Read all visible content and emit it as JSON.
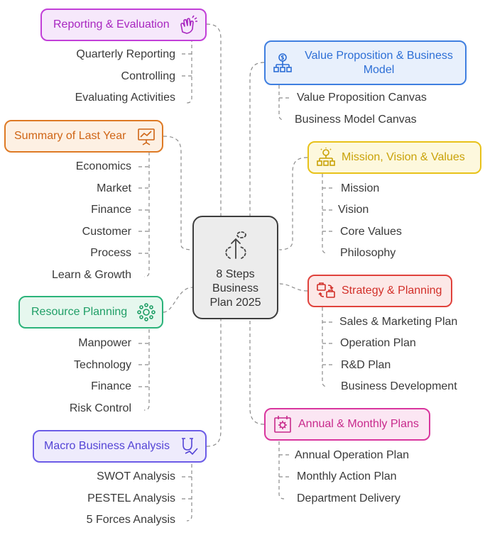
{
  "center": {
    "title": "8 Steps Business Plan 2025",
    "icon": "path-step-icon"
  },
  "branches": {
    "reporting": {
      "title": "Reporting & Evaluation",
      "color": "#c23fd8",
      "fill": "#f6e8fb",
      "icon": "clapping-hands-icon",
      "items": [
        "Quarterly Reporting",
        "Controlling",
        "Evaluating Activities"
      ]
    },
    "summary": {
      "title": "Summary of Last Year",
      "color": "#de7a25",
      "fill": "#fdf0e3",
      "icon": "chart-presentation-icon",
      "items": [
        "Economics",
        "Market",
        "Finance",
        "Customer",
        "Process",
        "Learn & Growth"
      ]
    },
    "resource": {
      "title": "Resource Planning",
      "color": "#2bb37a",
      "fill": "#e6f7ee",
      "icon": "network-nodes-icon",
      "items": [
        "Manpower",
        "Technology",
        "Finance",
        "Risk Control"
      ]
    },
    "macro": {
      "title": "Macro Business Analysis",
      "color": "#6c5ce7",
      "fill": "#eeebfc",
      "icon": "magnet-analysis-icon",
      "items": [
        "SWOT Analysis",
        "PESTEL Analysis",
        "5 Forces Analysis"
      ]
    },
    "value": {
      "title": "Value Proposition & Business Model",
      "color": "#3f7fe0",
      "fill": "#e8f0fc",
      "icon": "dollar-org-chart-icon",
      "items": [
        "Value Proposition Canvas",
        "Business Model Canvas"
      ]
    },
    "mission": {
      "title": "Mission, Vision & Values",
      "color": "#e8c21a",
      "fill": "#fdf8dd",
      "icon": "idea-hierarchy-icon",
      "items": [
        "Mission",
        "Vision",
        "Core Values",
        "Philosophy"
      ]
    },
    "strategy": {
      "title": "Strategy & Planning",
      "color": "#e0423c",
      "fill": "#fce8e7",
      "icon": "briefcase-exchange-icon",
      "items": [
        "Sales & Marketing Plan",
        "Operation Plan",
        "R&D Plan",
        "Business Development"
      ]
    },
    "annual": {
      "title": "Annual & Monthly Plans",
      "color": "#d9369e",
      "fill": "#fbe6f3",
      "icon": "calendar-gear-icon",
      "items": [
        "Annual Operation Plan",
        "Monthly Action Plan",
        "Department Delivery"
      ]
    }
  }
}
